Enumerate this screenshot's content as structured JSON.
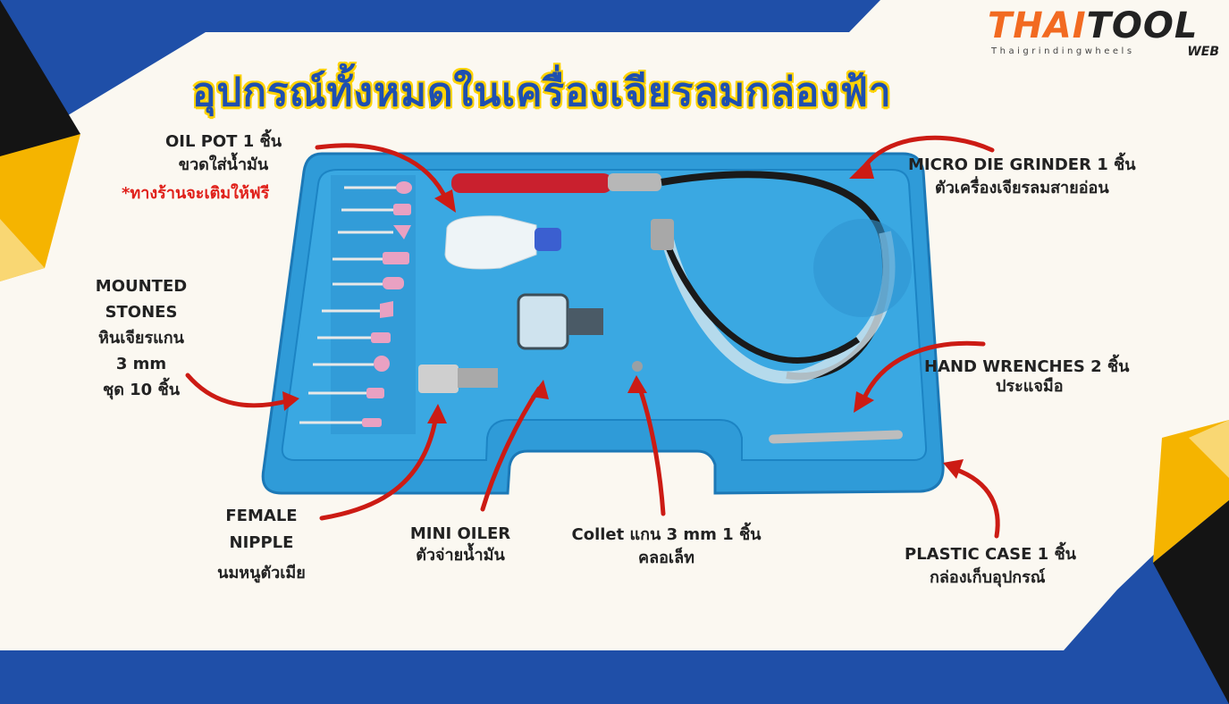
{
  "title": "อุปกรณ์ทั้งหมดในเครื่องเจียรลมกล่องฟ้า",
  "logo": {
    "brand_part1": "THAI",
    "brand_part2": "TOOL",
    "tagline": "Thaigrindingwheels",
    "suffix": "WEB"
  },
  "labels": {
    "oil_pot": [
      "OIL POT 1 ชิ้น",
      "ขวดใส่น้ำมัน",
      "*ทางร้านจะเติมให้ฟรี"
    ],
    "micro_die_grinder": [
      "MICRO DIE GRINDER 1 ชิ้น",
      "ตัวเครื่องเจียรลมสายอ่อน"
    ],
    "mounted_stones": [
      "MOUNTED",
      "STONES",
      "หินเจียรแกน",
      "3 mm",
      "ชุด 10 ชิ้น"
    ],
    "hand_wrenches": [
      "HAND WRENCHES 2 ชิ้น",
      "ประแจมือ"
    ],
    "female_nipple": [
      "FEMALE",
      "NIPPLE",
      "นมหนูตัวเมีย"
    ],
    "mini_oiler": [
      "MINI OILER",
      "ตัวจ่ายน้ำมัน"
    ],
    "collet": [
      "Collet แกน 3 mm 1 ชิ้น",
      "คลอเล็ท"
    ],
    "plastic_case": [
      "PLASTIC CASE 1 ชิ้น",
      "กล่องเก็บอุปกรณ์"
    ]
  },
  "colors": {
    "background": "#fbf8f1",
    "blue": "#1f4fa8",
    "black": "#141414",
    "yellow": "#f5b400",
    "case_blue": "#2f9bd8",
    "arrow_red": "#cc1b14",
    "note_red": "#e0201a"
  }
}
